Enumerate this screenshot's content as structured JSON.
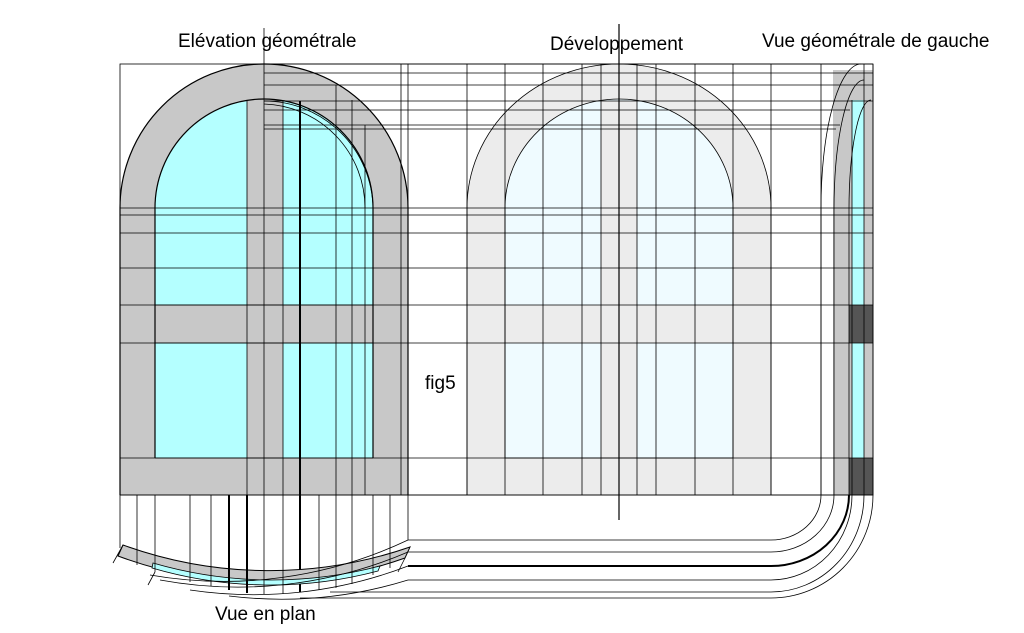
{
  "labels": {
    "elevation": "Elévation géométrale",
    "developpement": "Développement",
    "vue_gauche": "Vue géométrale de gauche",
    "figure": "fig5",
    "vue_plan": "Vue en plan"
  },
  "colors": {
    "frame_gray": "#c8c8c8",
    "dev_frame": "#ececec",
    "glass": "#b4ffff",
    "glass_light": "#effbff",
    "side_dark": "#555555",
    "line": "#000000"
  }
}
